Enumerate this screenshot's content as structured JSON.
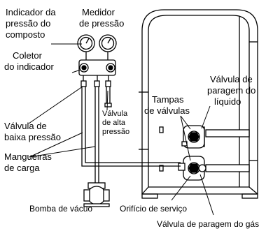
{
  "labels": {
    "compound_gauge": [
      "Indicador da",
      "pressão do",
      "composto"
    ],
    "pressure_gauge": [
      "Medidor",
      "de pressão"
    ],
    "gauge_manifold": [
      "Coletor",
      "do indicador"
    ],
    "low_pressure_valve": [
      "Válvula de",
      "baixa pressão"
    ],
    "high_pressure_valve": [
      "Válvula",
      "de alta",
      "pressão"
    ],
    "charge_hoses": [
      "Mangueiras",
      "de carga"
    ],
    "vacuum_pump": "Bomba de vácuo",
    "valve_caps": [
      "Tampas",
      "de válvulas"
    ],
    "liquid_stop_valve": [
      "Válvula de",
      "paragem do",
      "líquido"
    ],
    "service_port": "Orifício de serviço",
    "gas_stop_valve": "Válvula de paragem do gás"
  }
}
